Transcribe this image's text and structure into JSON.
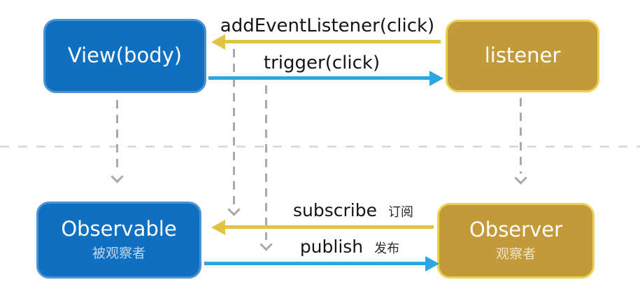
{
  "colors": {
    "box_blue": "#0f70c2",
    "box_blue_border": "#4b93d3",
    "box_gold": "#c39a39",
    "box_gold_border": "#ecd052",
    "arrow_gold": "#e2c443",
    "arrow_blue": "#2ba7de",
    "dash_gray": "#a9a9a9",
    "divider_gray": "#dcdcdc"
  },
  "nodes": {
    "view": {
      "label": "View(body)"
    },
    "listener": {
      "label": "listener"
    },
    "observable": {
      "label": "Observable",
      "sublabel": "被观察者"
    },
    "observer": {
      "label": "Observer",
      "sublabel": "观察者"
    }
  },
  "edges": {
    "add_event_listener": {
      "label": "addEventListener(click)",
      "direction": "left",
      "color": "gold"
    },
    "trigger": {
      "label": "trigger(click)",
      "direction": "right",
      "color": "blue"
    },
    "subscribe": {
      "label": "subscribe",
      "label_zh": "订阅",
      "direction": "left",
      "color": "gold"
    },
    "publish": {
      "label": "publish",
      "label_zh": "发布",
      "direction": "right",
      "color": "blue"
    }
  }
}
